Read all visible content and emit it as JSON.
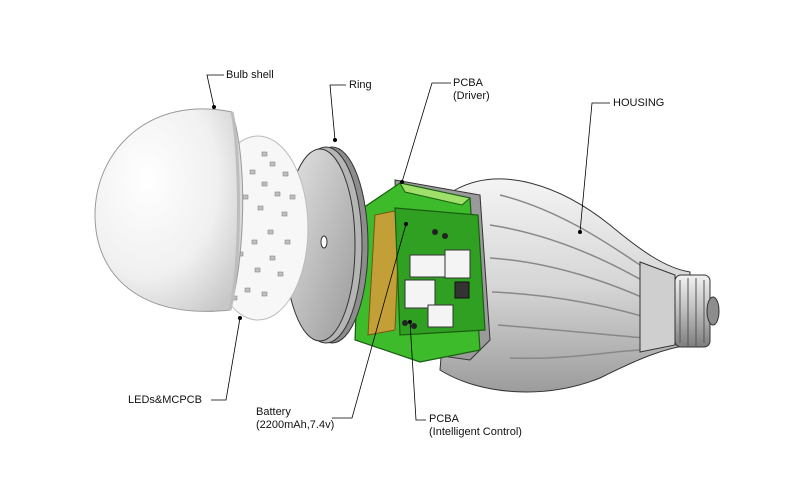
{
  "labels": {
    "bulb_shell": "Bulb shell",
    "ring": "Ring",
    "pcba_driver": {
      "line1": "PCBA",
      "line2": "(Driver)"
    },
    "housing": "HOUSING",
    "leds_mcpcb": "LEDs&MCPCB",
    "battery": {
      "line1": "Battery",
      "line2": "(2200mAh,7.4v)"
    },
    "pcba_control": {
      "line1": "PCBA",
      "line2": "(Intelligent Control)"
    }
  },
  "colors": {
    "pcb_green": "#3dbb2a",
    "pcb_dark_green": "#1f8f17",
    "pcb_light_green": "#9fe06a",
    "battery_orange": "#d99a3a",
    "housing_grey": "#d8d8d8",
    "disc_grey": "#c9c9c9",
    "shell_white": "#eeeeee"
  }
}
